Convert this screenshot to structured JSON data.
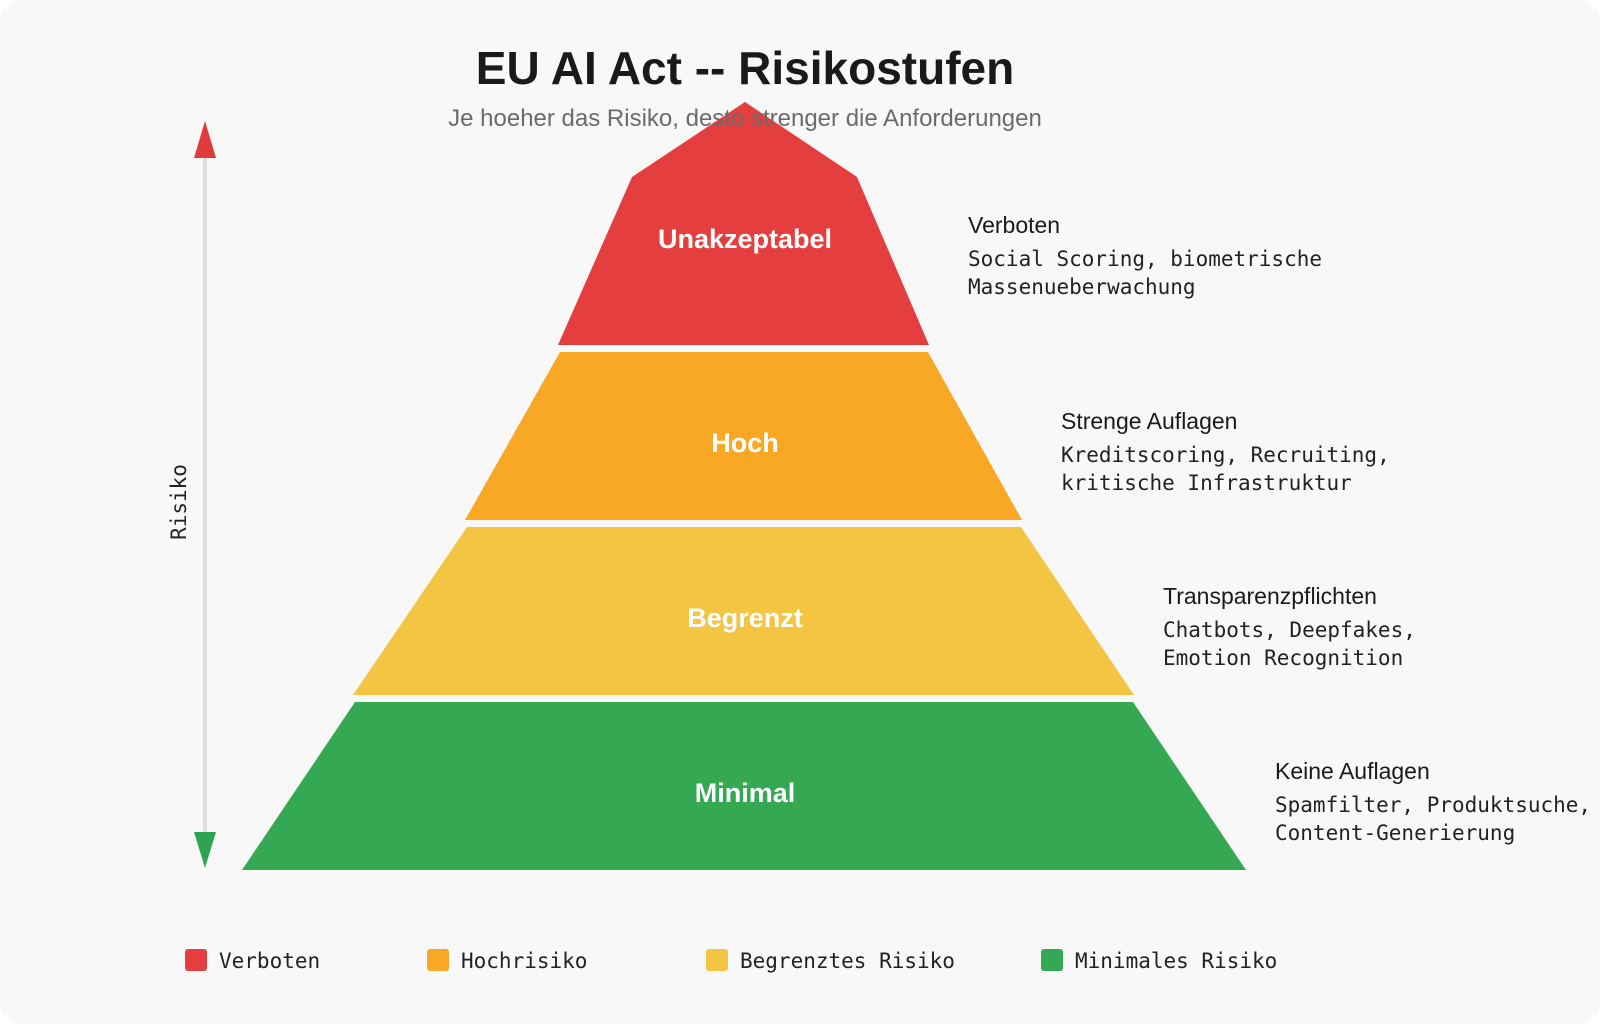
{
  "header": {
    "title": "EU AI Act -- Risikostufen",
    "subtitle": "Je hoeher das Risiko, desto strenger die Anforderungen"
  },
  "axis": {
    "label": "Risiko",
    "top_color": "#e03c3c",
    "bottom_color": "#2ea44f"
  },
  "tiers": [
    {
      "label": "Unakzeptabel",
      "color": "#e53e3e",
      "title": "Verboten",
      "desc_lines": [
        "Social Scoring, biometrische",
        "Massenueberwachung"
      ]
    },
    {
      "label": "Hoch",
      "color": "#f9a826",
      "title": "Strenge Auflagen",
      "desc_lines": [
        "Kreditscoring, Recruiting,",
        "kritische Infrastruktur"
      ]
    },
    {
      "label": "Begrenzt",
      "color": "#f4c443",
      "title": "Transparenzpflichten",
      "desc_lines": [
        "Chatbots, Deepfakes,",
        "Emotion Recognition"
      ]
    },
    {
      "label": "Minimal",
      "color": "#35a853",
      "title": "Keine Auflagen",
      "desc_lines": [
        "Spamfilter, Produktsuche,",
        "Content-Generierung"
      ]
    }
  ],
  "legend": [
    {
      "label": "Verboten",
      "color": "#e53e3e"
    },
    {
      "label": "Hochrisiko",
      "color": "#f9a826"
    },
    {
      "label": "Begrenztes Risiko",
      "color": "#f4c443"
    },
    {
      "label": "Minimales Risiko",
      "color": "#35a853"
    }
  ]
}
